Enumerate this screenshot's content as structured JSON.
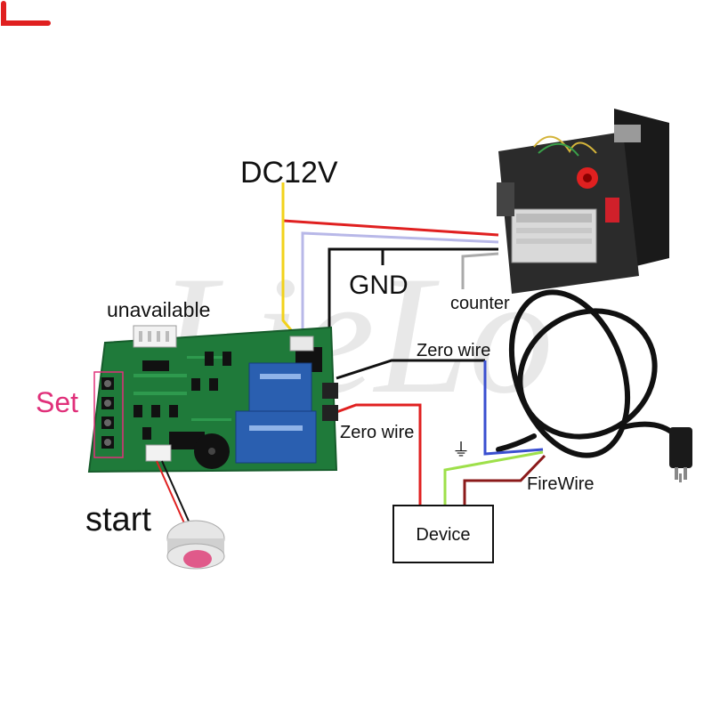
{
  "labels": {
    "dc12v": "DC12V",
    "gnd": "GND",
    "counter": "counter",
    "unavailable": "unavailable",
    "set": "Set",
    "start": "start",
    "zero_wire_top": "Zero wire",
    "zero_wire_bottom": "Zero wire",
    "firewire": "FireWire",
    "device": "Device",
    "ground_symbol": "⏚"
  },
  "watermark": "LieLo",
  "colors": {
    "red_wire": "#e02020",
    "yellow_wire": "#f2d21b",
    "violet_wire": "#b8b8e8",
    "black_wire": "#111111",
    "blue_wire": "#3a4fd0",
    "green_wire": "#9ee04a",
    "brown_wire": "#8b1a1a",
    "pcb_green": "#1f7a3a",
    "relay_blue": "#2a5fb0",
    "set_label": "#e0307a"
  },
  "components": {
    "board": "control-board",
    "coin_acceptor": "coin-acceptor",
    "power_cord": "power-cord",
    "start_button": "start-button",
    "buzzer": "buzzer"
  }
}
